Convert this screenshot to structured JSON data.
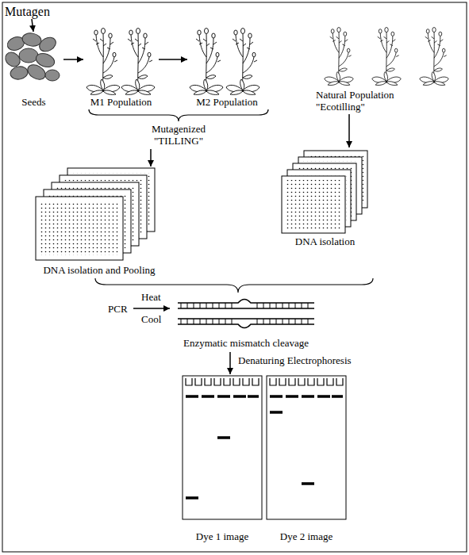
{
  "diagram": {
    "nodes": [
      {
        "text": [
          "Seeds"
        ]
      },
      {
        "text": [
          "M1 Population"
        ]
      },
      {
        "text": [
          "M2 Population"
        ]
      },
      {
        "text": [
          "Natural Population \"Ecotilling\""
        ]
      },
      {
        "text": [
          "DNA isolation and Pooling"
        ]
      },
      {
        "text": [
          "DNA isolation"
        ]
      },
      {
        "text": [
          "Enzymatic mismatch cleavage"
        ]
      },
      {
        "text": [
          "Dye 1 image"
        ]
      },
      {
        "text": [
          "Dye 2 image"
        ]
      }
    ],
    "edges": [
      {
        "from": 0,
        "to": 1,
        "arrow": "to"
      },
      {
        "from": 1,
        "to": 2,
        "arrow": "to"
      },
      {
        "from": 3,
        "to": 5,
        "arrow": "to"
      }
    ],
    "labels": [
      "Mutagen",
      "Mutagenized \"TILLING\"",
      "PCR",
      "Heat",
      "Cool",
      "Denaturing Electrophoresis"
    ]
  }
}
